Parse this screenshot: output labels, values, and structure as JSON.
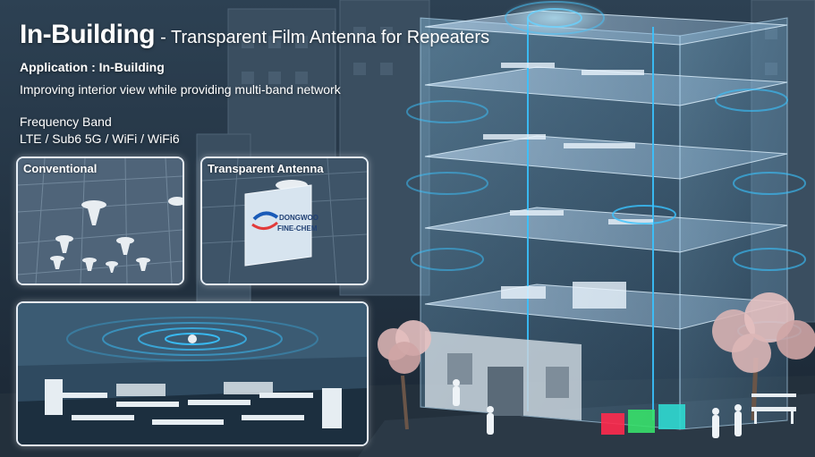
{
  "header": {
    "title_main": "In-Building",
    "title_sub": "- Transparent Film Antenna for Repeaters"
  },
  "application": {
    "label": "Application : In-Building",
    "description": "Improving interior view while providing multi-band network"
  },
  "frequency": {
    "label": "Frequency Band",
    "values": "LTE / Sub6 5G / WiFi / WiFi6"
  },
  "panels": {
    "conventional": "Conventional",
    "transparent": "Transparent Antenna",
    "sign_line1": "DONGWOO",
    "sign_line2": "FINE-CHEM"
  },
  "colors": {
    "accent_cyan": "#39c3ff",
    "signal_red": "#ff2a4d",
    "signal_green": "#37e06a",
    "signal_teal": "#2fd9d0"
  }
}
